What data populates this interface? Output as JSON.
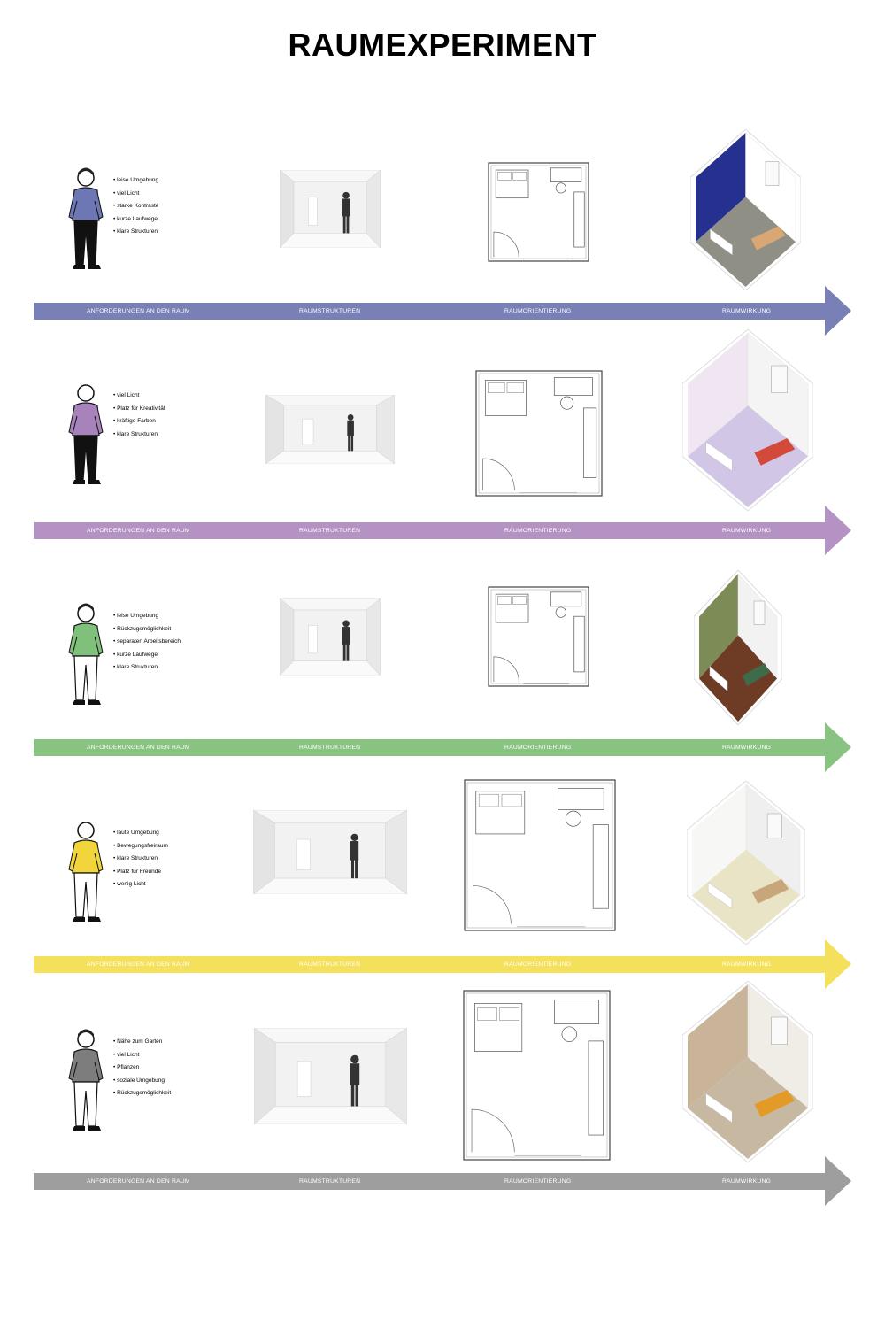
{
  "title": "RAUMEXPERIMENT",
  "rows": [
    {
      "color": "#7880b5",
      "text_color": "#ffffff",
      "shirt_color": "#6c77b3",
      "requirements": [
        "leise Umgebung",
        "viel Licht",
        "starke Kontraste",
        "kurze Laufwege",
        "klare Strukturen"
      ],
      "stages": [
        "ANFORDERUNGEN AN DEN RAUM",
        "RAUMSTRUKTUREN",
        "RAUMORIENTIERUNG",
        "RAUMWIRKUNG"
      ],
      "iso_colors": {
        "floor": "#8f8f86",
        "wall_left": "#26308f",
        "wall_right": "#ffffff",
        "accent": "#d9a774"
      }
    },
    {
      "color": "#b592c4",
      "text_color": "#ffffff",
      "shirt_color": "#a883bb",
      "requirements": [
        "viel Licht",
        "Platz für Kreativität",
        "kräftige Farben",
        "klare Strukturen"
      ],
      "stages": [
        "ANFORDERUNGEN AN DEN RAUM",
        "RAUMSTRUKTUREN",
        "RAUMORIENTIERUNG",
        "RAUMWIRKUNG"
      ],
      "iso_colors": {
        "floor": "#d2c6e6",
        "wall_left": "#efe6f2",
        "wall_right": "#f4f4f4",
        "accent": "#d44a3a"
      }
    },
    {
      "color": "#88c382",
      "text_color": "#ffffff",
      "shirt_color": "#7fc07a",
      "requirements": [
        "leise Umgebung",
        "Rückzugsmöglichkeit",
        "separaten Arbeitsbereich",
        "kurze Laufwege",
        "klare Strukturen"
      ],
      "stages": [
        "ANFORDERUNGEN AN DEN RAUM",
        "RAUMSTRUKTUREN",
        "RAUMORIENTIERUNG",
        "RAUMWIRKUNG"
      ],
      "iso_colors": {
        "floor": "#6e3b24",
        "wall_left": "#7d8c56",
        "wall_right": "#f2f2f2",
        "accent": "#3f6b4b"
      }
    },
    {
      "color": "#f4e05a",
      "text_color": "#ffffff",
      "shirt_color": "#f1d53a",
      "requirements": [
        "laute Umgebung",
        "Bewegungsfreiraum",
        "klare Strukturen",
        "Platz für Freunde",
        "wenig Licht"
      ],
      "stages": [
        "ANFORDERUNGEN AN DEN RAUM",
        "RAUMSTRUKTUREN",
        "RAUMORIENTIERUNG",
        "RAUMWIRKUNG"
      ],
      "iso_colors": {
        "floor": "#e9e4c6",
        "wall_left": "#f7f7f5",
        "wall_right": "#efefef",
        "accent": "#c9a57a"
      }
    },
    {
      "color": "#9e9e9e",
      "text_color": "#ffffff",
      "shirt_color": "#7d7d7d",
      "requirements": [
        "Nähe zum Garten",
        "viel Licht",
        "Pflanzen",
        "soziale Umgebung",
        "Rückzugsmöglichkeit"
      ],
      "stages": [
        "ANFORDERUNGEN AN DEN RAUM",
        "RAUMSTRUKTUREN",
        "RAUMORIENTIERUNG",
        "RAUMWIRKUNG"
      ],
      "iso_colors": {
        "floor": "#c7b8a2",
        "wall_left": "#c9b49a",
        "wall_right": "#f0ece6",
        "accent": "#e39b27"
      }
    }
  ]
}
